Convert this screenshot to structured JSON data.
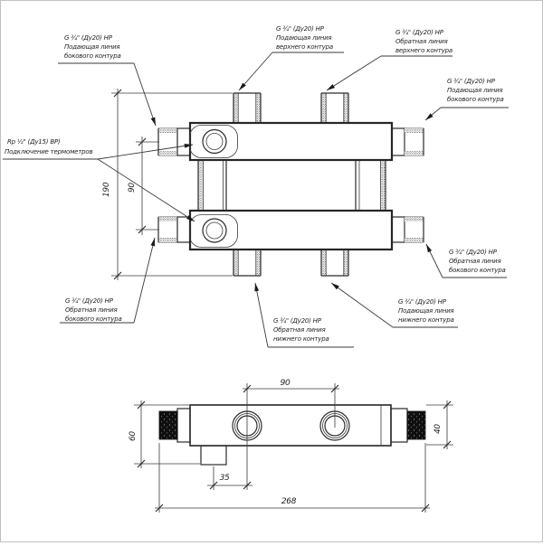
{
  "colors": {
    "ink": "#1f1f1f",
    "background": "#ffffff"
  },
  "labels": {
    "top_left": {
      "lines": [
        "G ¾\" (Ду20) НР",
        "Подающая линия",
        "бокового контура"
      ]
    },
    "top_supply_upper": {
      "lines": [
        "G ¾\" (Ду20) НР",
        "Подающая линия",
        "верхнего контура"
      ]
    },
    "top_return_upper": {
      "lines": [
        "G ¾\" (Ду20) НР",
        "Обратная линия",
        "верхнего контура"
      ]
    },
    "right_supply_side": {
      "lines": [
        "G ¾\" (Ду20) НР",
        "Подающая линия",
        "бокового контура"
      ]
    },
    "right_return_side": {
      "lines": [
        "G ¾\" (Ду20) НР",
        "Обратная линия",
        "бокового контура"
      ]
    },
    "bottom_supply_lower": {
      "lines": [
        "G ¾\" (Ду20) НР",
        "Подающая линия",
        "нижнего контура"
      ]
    },
    "bottom_return_lower": {
      "lines": [
        "G ¾\" (Ду20) НР",
        "Обратная линия",
        "нижнего контура"
      ]
    },
    "bottom_left": {
      "lines": [
        "G ¾\" (Ду20) НР",
        "Обратная линия",
        "бокового контура"
      ]
    },
    "thermometer": {
      "lines": [
        "Rp ½\" (Ду15) ВР)",
        "Подключение термометров"
      ]
    }
  },
  "dims": {
    "d190": "190",
    "d90_top": "90",
    "d90_bottom": "90",
    "d60": "60",
    "d40": "40",
    "d35": "35",
    "d268": "268"
  }
}
